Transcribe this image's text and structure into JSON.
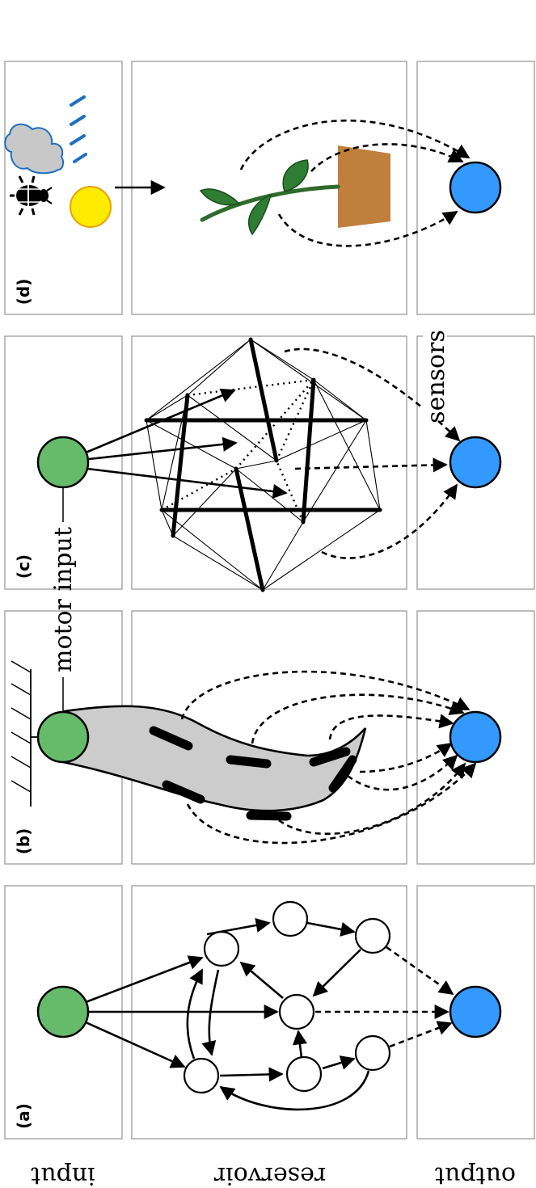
{
  "rows": {
    "input": "input",
    "reservoir": "reservoir",
    "output": "output"
  },
  "panels": {
    "a": "(a)",
    "b": "(b)",
    "c": "(c)",
    "d": "(d)"
  },
  "annotations": {
    "motor_input": "motor input",
    "sensors": "sensors"
  },
  "colors": {
    "input_node": "#66BB6A",
    "output_node": "#3399FF",
    "tentacle": "#CCCCCC",
    "pot": "#C17F3E",
    "leaf": "#2E7D32",
    "sun": "#FFEB00",
    "cloud": "#C8C8C8",
    "rain": "#1E6FC0"
  },
  "icons": [
    "bug-icon",
    "sun-icon",
    "cloud-rain-icon"
  ]
}
